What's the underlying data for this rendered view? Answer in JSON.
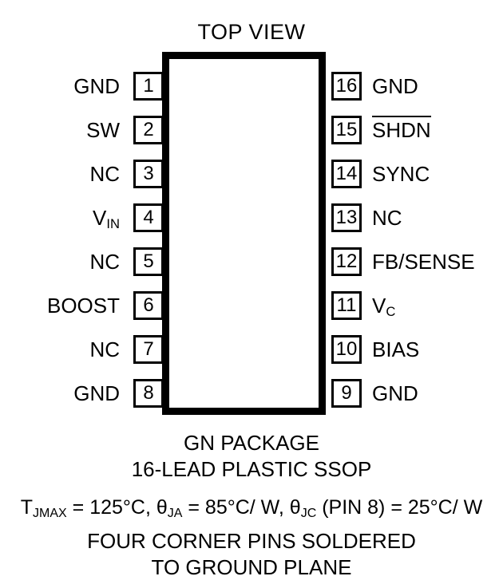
{
  "diagram": {
    "title": "TOP VIEW",
    "pins_left": [
      {
        "number": "1",
        "label": "GND"
      },
      {
        "number": "2",
        "label": "SW"
      },
      {
        "number": "3",
        "label": "NC"
      },
      {
        "number": "4",
        "label": "V",
        "sub": "IN"
      },
      {
        "number": "5",
        "label": "NC"
      },
      {
        "number": "6",
        "label": "BOOST"
      },
      {
        "number": "7",
        "label": "NC"
      },
      {
        "number": "8",
        "label": "GND"
      }
    ],
    "pins_right": [
      {
        "number": "16",
        "label": "GND"
      },
      {
        "number": "15",
        "label": "SHDN",
        "overline": true
      },
      {
        "number": "14",
        "label": "SYNC"
      },
      {
        "number": "13",
        "label": "NC"
      },
      {
        "number": "12",
        "label": "FB/SENSE"
      },
      {
        "number": "11",
        "label": "V",
        "sub": "C"
      },
      {
        "number": "10",
        "label": "BIAS"
      },
      {
        "number": "9",
        "label": "GND"
      }
    ],
    "caption": {
      "package": "GN PACKAGE",
      "lead": "16-LEAD PLASTIC SSOP",
      "thermal": {
        "t_symbol": "T",
        "t_sub": "JMAX",
        "t_value": " = 125°C, ",
        "theta_ja_symbol": "θ",
        "theta_ja_sub": "JA",
        "theta_ja_value": " = 85°C/ W, ",
        "theta_jc_symbol": "θ",
        "theta_jc_sub": "JC",
        "theta_jc_value": " (PIN 8) = 25°C/ W",
        "full_text": "TJMAX = 125°C, θJA = 85°C/ W, θJC (PIN 8) = 25°C/ W"
      },
      "note_line1": "FOUR CORNER PINS SOLDERED",
      "note_line2": "TO GROUND PLANE"
    },
    "colors": {
      "outline": "#000000",
      "background": "#ffffff",
      "text": "#000000"
    }
  }
}
